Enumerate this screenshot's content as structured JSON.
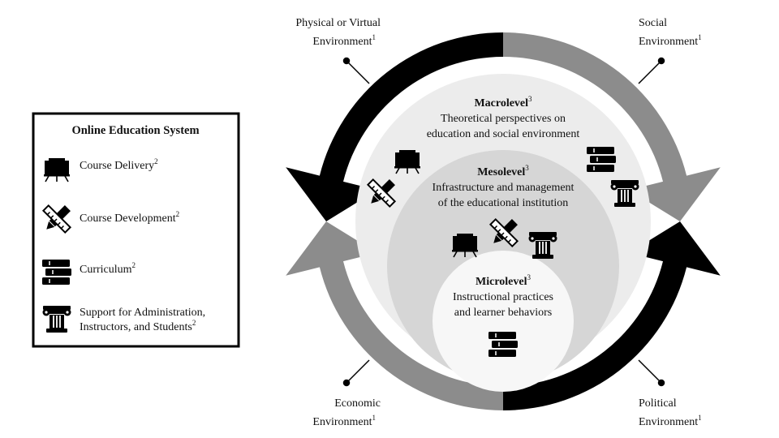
{
  "legend": {
    "title": "Online Education System",
    "items": [
      {
        "icon": "easel-icon",
        "lines": [
          "Course Delivery"
        ],
        "mark": "2"
      },
      {
        "icon": "pencil-ruler-icon",
        "lines": [
          "Course Development"
        ],
        "mark": "2"
      },
      {
        "icon": "books-icon",
        "lines": [
          "Curriculum"
        ],
        "mark": "2"
      },
      {
        "icon": "column-icon",
        "lines": [
          "Support for Administration,",
          "Instructors, and Students"
        ],
        "mark": "2"
      }
    ]
  },
  "environments": {
    "physical": {
      "lines": [
        "Physical or Virtual",
        "Environment"
      ],
      "mark": "1"
    },
    "social": {
      "lines": [
        "Social",
        "Environment"
      ],
      "mark": "1"
    },
    "economic": {
      "lines": [
        "Economic",
        "Environment"
      ],
      "mark": "1"
    },
    "political": {
      "lines": [
        "Political",
        "Environment"
      ],
      "mark": "1"
    }
  },
  "levels": {
    "macro": {
      "title": "Macrolevel",
      "mark": "3",
      "lines": [
        "Theoretical perspectives on",
        "education and social environment"
      ]
    },
    "meso": {
      "title": "Mesolevel",
      "mark": "3",
      "lines": [
        "Infrastructure and management",
        "of the educational institution"
      ]
    },
    "micro": {
      "title": "Microlevel",
      "mark": "3",
      "lines": [
        "Instructional practices",
        "and learner behaviors"
      ]
    }
  },
  "colors": {
    "arrow_dark": "#000000",
    "arrow_gray": "#8c8c8c",
    "macro_fill": "#ececec",
    "meso_fill": "#d6d6d6",
    "micro_fill": "#f7f7f7"
  }
}
